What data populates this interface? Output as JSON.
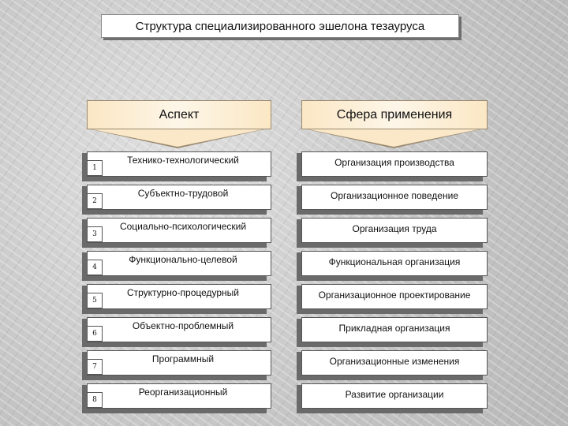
{
  "title": "Структура специализированного эшелона тезауруса",
  "headers": {
    "aspect": "Аспект",
    "sphere": "Сфера применения"
  },
  "rows": [
    {
      "num": "1",
      "aspect": "Технико-технологический",
      "sphere": "Организация производства"
    },
    {
      "num": "2",
      "aspect": "Субъектно-трудовой",
      "sphere": "Организационное поведение"
    },
    {
      "num": "3",
      "aspect": "Социально-психологический",
      "sphere": "Организация труда"
    },
    {
      "num": "4",
      "aspect": "Функционально-целевой",
      "sphere": "Функциональная организация"
    },
    {
      "num": "5",
      "aspect": "Структурно-процедурный",
      "sphere": "Организационное проектирование"
    },
    {
      "num": "6",
      "aspect": "Объектно-проблемный",
      "sphere": "Прикладная организация"
    },
    {
      "num": "7",
      "aspect": "Программный",
      "sphere": "Организационные изменения"
    },
    {
      "num": "8",
      "aspect": "Реорганизационный",
      "sphere": "Развитие организации"
    }
  ]
}
